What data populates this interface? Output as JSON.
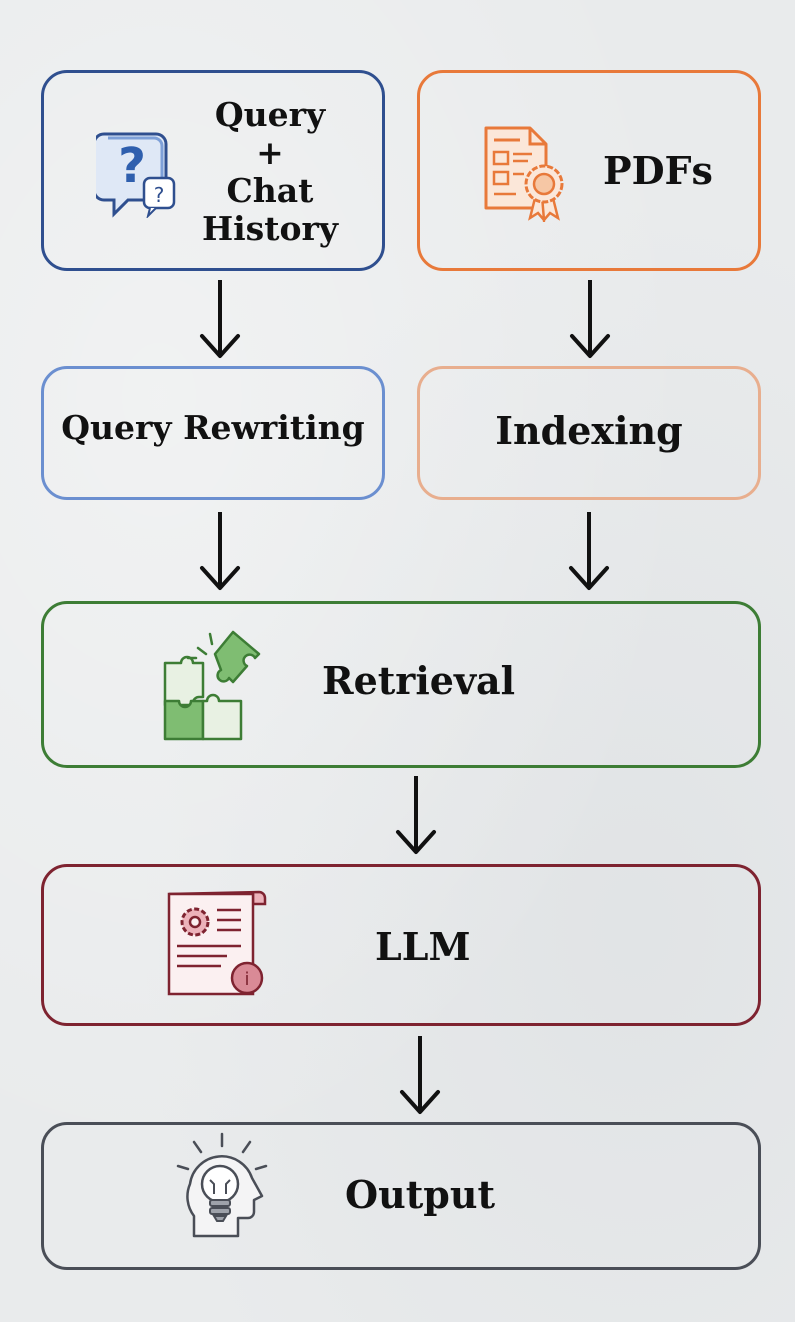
{
  "nodes": {
    "query": {
      "lines": [
        "Query",
        "+",
        "Chat",
        "History"
      ],
      "color": "#2f4f8f",
      "icon": "question-chat-icon"
    },
    "pdfs": {
      "label": "PDFs",
      "color": "#e8793a",
      "icon": "certificate-document-icon"
    },
    "query_rewriting": {
      "label": "Query Rewriting",
      "color": "#6b8fd0"
    },
    "indexing": {
      "label": "Indexing",
      "color": "#e8ae8e"
    },
    "retrieval": {
      "label": "Retrieval",
      "color": "#3d7d35",
      "icon": "puzzle-icon"
    },
    "llm": {
      "label": "LLM",
      "color": "#7e2330",
      "icon": "settings-document-icon"
    },
    "output": {
      "label": "Output",
      "color": "#4a4e57",
      "icon": "idea-head-icon"
    }
  },
  "edges": [
    {
      "from": "query",
      "to": "query_rewriting"
    },
    {
      "from": "pdfs",
      "to": "indexing"
    },
    {
      "from": "query_rewriting",
      "to": "retrieval"
    },
    {
      "from": "indexing",
      "to": "retrieval"
    },
    {
      "from": "retrieval",
      "to": "llm"
    },
    {
      "from": "llm",
      "to": "output"
    }
  ]
}
